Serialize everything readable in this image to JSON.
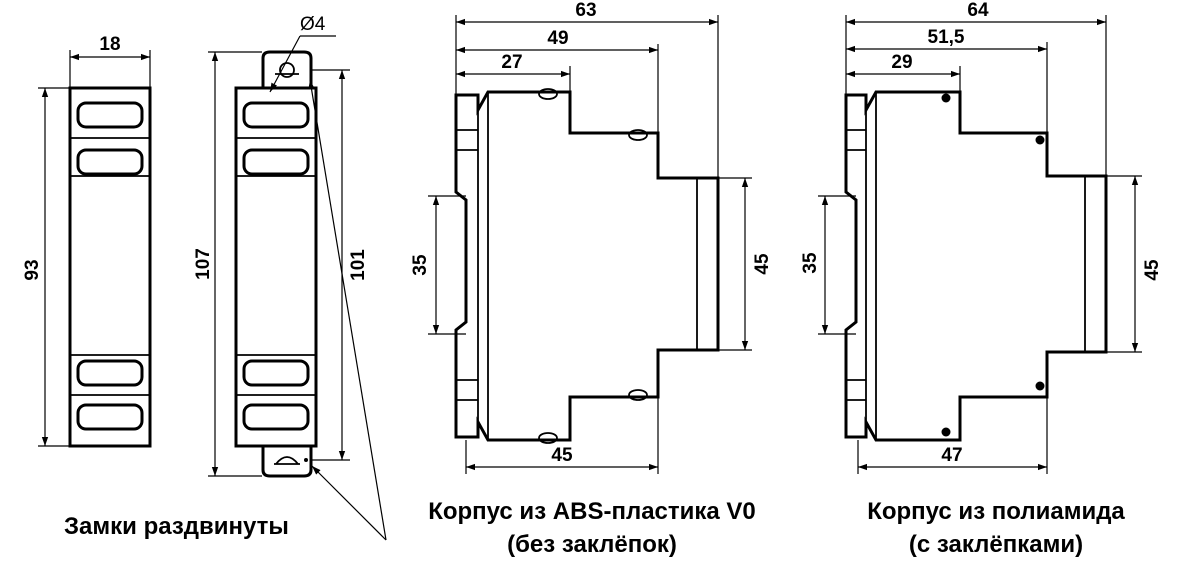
{
  "front_view": {
    "width_dim": "18",
    "height_dim": "93"
  },
  "latch_view": {
    "hole_dim": "Ø4",
    "height_dim": "107",
    "inner_height_dim": "101",
    "note": "Замки раздвинуты"
  },
  "side_view_abs": {
    "depth_dim": "63",
    "step2_dim": "49",
    "step1_dim": "27",
    "rail_dim": "35",
    "front_dim": "45",
    "base_dim": "45",
    "caption_line1": "Корпус из ABS-пластика V0",
    "caption_line2": "(без заклёпок)"
  },
  "side_view_pa": {
    "depth_dim": "64",
    "step2_dim": "51,5",
    "step1_dim": "29",
    "rail_dim": "35",
    "front_dim": "45",
    "base_dim": "47",
    "caption_line1": "Корпус из полиамида",
    "caption_line2": "(с заклёпками)"
  }
}
